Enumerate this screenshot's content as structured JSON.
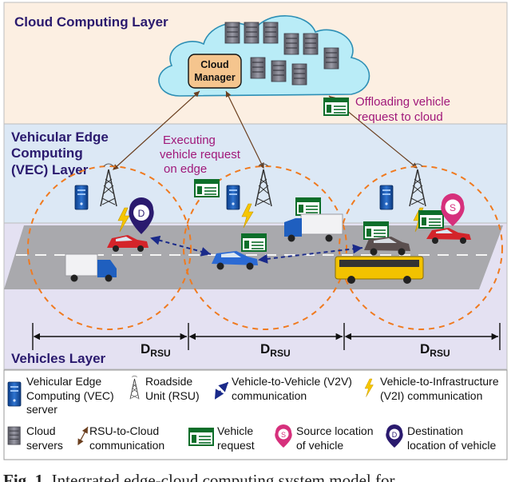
{
  "layers": {
    "cloud": "Cloud Computing Layer",
    "vec_line1": "Vehicular Edge",
    "vec_line2": "Computing",
    "vec_line3": "(VEC) Layer",
    "vehicles": "Vehicles Layer"
  },
  "cloud_manager": {
    "line1": "Cloud",
    "line2": "Manager"
  },
  "annotations": {
    "offloading_line1": "Offloading vehicle",
    "offloading_line2": "request to cloud",
    "executing_line1": "Executing",
    "executing_line2": "vehicle request",
    "executing_line3": "on edge"
  },
  "distance_label": {
    "main": "D",
    "sub": "RSU"
  },
  "markers": {
    "destination": "D",
    "source": "S"
  },
  "legend": {
    "vec_server": [
      "Vehicular Edge",
      "Computing (VEC)",
      "server"
    ],
    "rsu": [
      "Roadside",
      "Unit (RSU)"
    ],
    "v2v": [
      "Vehicle-to-Vehicle (V2V)",
      "communication"
    ],
    "v2i": [
      "Vehicle-to-Infrastructure",
      "(V2I) communication"
    ],
    "cloud_servers": [
      "Cloud",
      "servers"
    ],
    "rsu_cloud": [
      "RSU-to-Cloud",
      "communication"
    ],
    "vehicle_request": [
      "Vehicle",
      "request"
    ],
    "source": [
      "Source location",
      "of vehicle"
    ],
    "destination": [
      "Destination",
      "location of vehicle"
    ],
    "source_glyph": "S",
    "destination_glyph": "D"
  },
  "caption": {
    "fig": "Fig. 1.",
    "text": "Integrated edge-cloud computing system model for"
  },
  "colors": {
    "cloud_layer_bg": "#fcefe2",
    "vec_layer_bg": "#dce8f5",
    "vehicle_layer_bg": "#e4e1f2",
    "layer_title": "#2a1a6e",
    "annotation": "#a0187a",
    "coverage": "#f07a1f",
    "manager_fill": "#f5c58e",
    "road": "#a9a9ad"
  }
}
